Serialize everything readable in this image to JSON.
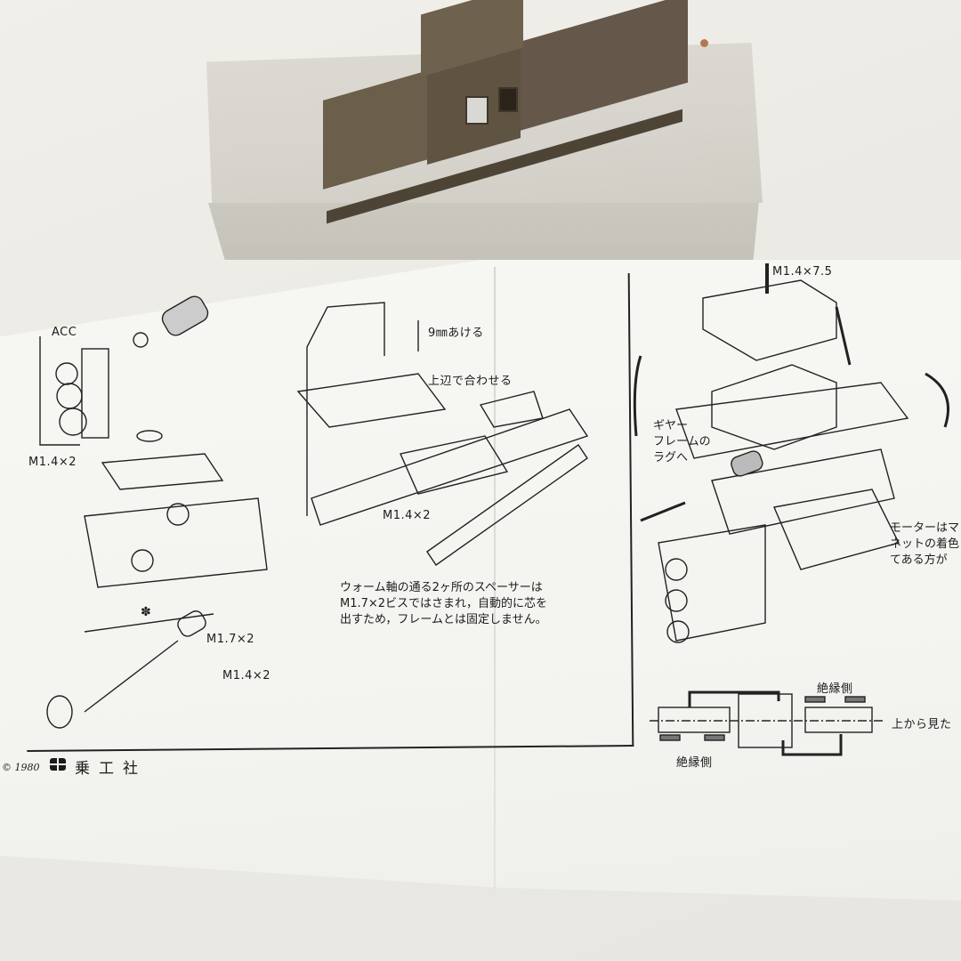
{
  "scene": {
    "description": "Photo of a brown model diesel locomotive body resting on a white box above an assembly instruction sheet",
    "colors": {
      "background": "#ecebe6",
      "box": "#d6d4cc",
      "loco_body": "#65584a",
      "sheet": "#f5f5f1",
      "ink": "#1c1c1c"
    }
  },
  "instruction_sheet": {
    "left_panel": {
      "labels": {
        "acc": "ACC",
        "screw_m14x2_a": "M1.4×2",
        "screw_m17x2": "M1.7×2",
        "screw_m14x2_b": "M1.4×2",
        "spacer_marker": "✽"
      }
    },
    "middle_panel": {
      "labels": {
        "gap": "9㎜あける",
        "align": "上辺で合わせる",
        "screw": "M1.4×2"
      },
      "note": "ウォーム軸の通る2ヶ所のスペーサーは\nM1.7×2ビスではさまれ，自動的に芯を\n出すため，フレームとは固定しません。"
    },
    "right_panel": {
      "labels": {
        "screw_top": "M1.4×7.5",
        "gear_frame_lug": "ギヤー\nフレームの\nラグへ",
        "motor_note": "モーターはマ\nネットの着色\nてある方が",
        "insulated_side_top": "絶縁側",
        "insulated_side_bottom": "絶縁側",
        "top_view": "上から見た"
      }
    },
    "footer": {
      "copyright": "© 1980",
      "publisher": "乗工社"
    }
  }
}
